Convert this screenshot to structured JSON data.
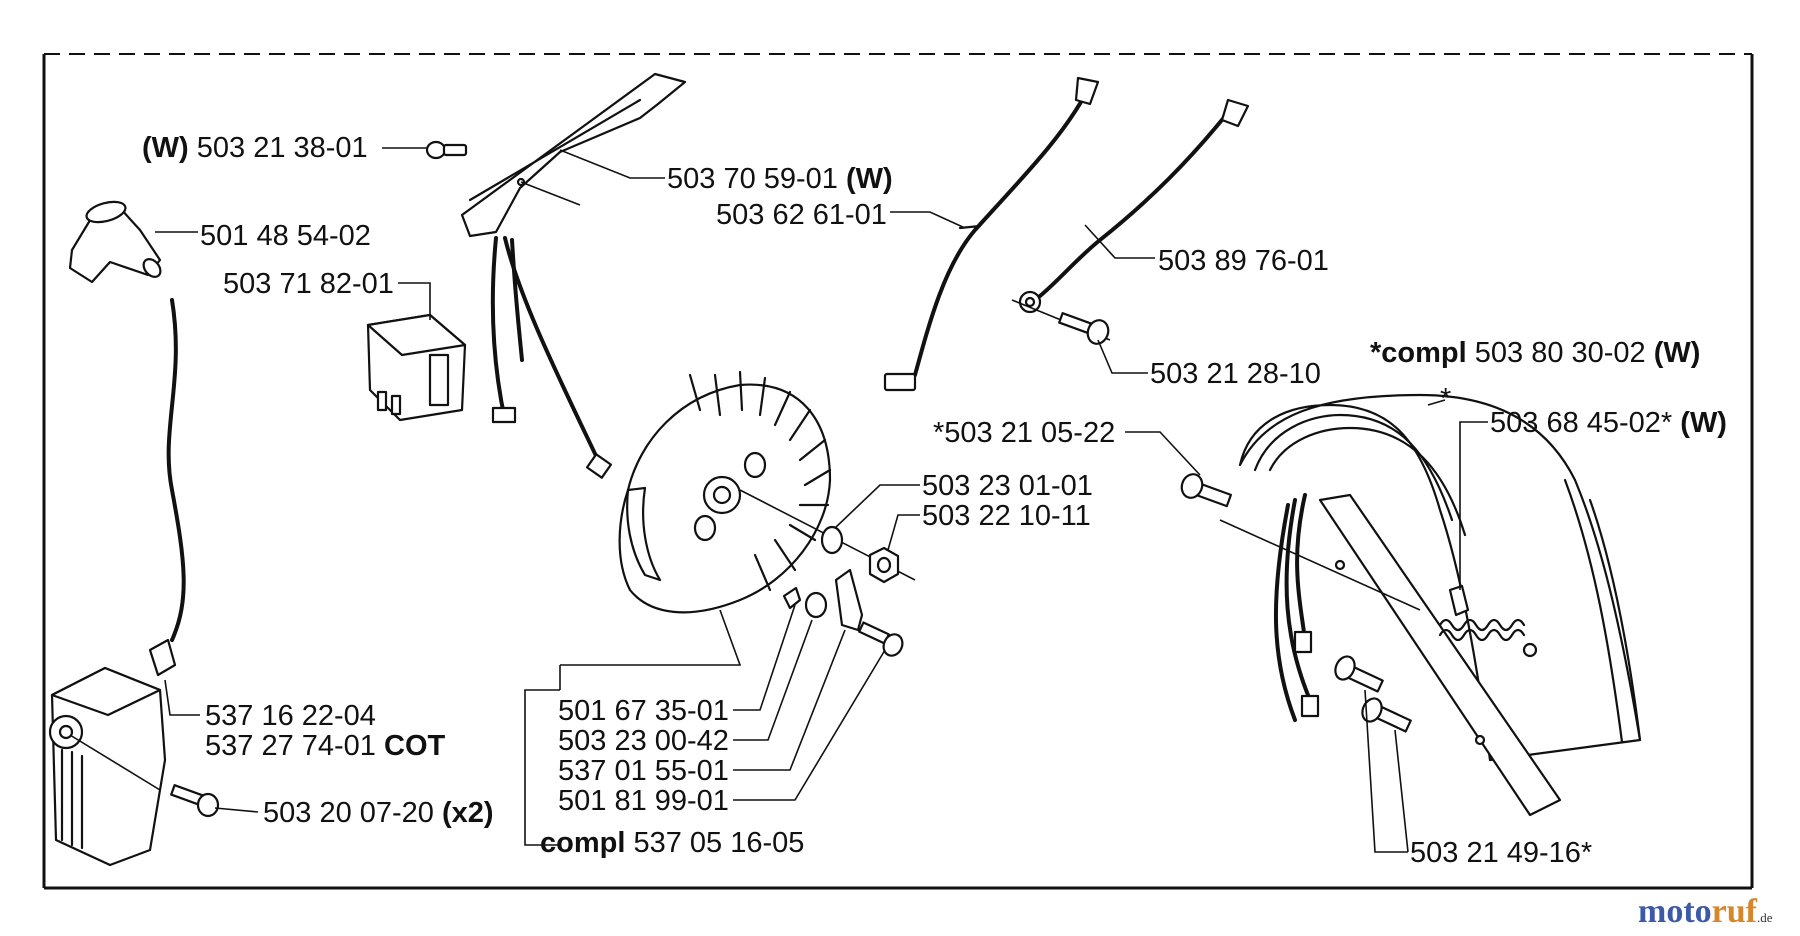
{
  "labels": {
    "l1": {
      "pre": "(W)",
      "num": "503 21 38-01",
      "post": ""
    },
    "l2": {
      "pre": "",
      "num": "503 70 59-01",
      "post": "(W)"
    },
    "l3": {
      "pre": "",
      "num": "501 48 54-02",
      "post": ""
    },
    "l4": {
      "pre": "",
      "num": "503 62 61-01",
      "post": ""
    },
    "l5": {
      "pre": "",
      "num": "503 89 76-01",
      "post": ""
    },
    "l6": {
      "pre": "",
      "num": "503 71 82-01",
      "post": ""
    },
    "l7": {
      "pre": "",
      "num": "503 21 28-10",
      "post": ""
    },
    "l8": {
      "pre": "*compl",
      "num": "503 80 30-02",
      "post": "(W)"
    },
    "l9": {
      "pre": "",
      "num": "*503 21 05-22",
      "post": ""
    },
    "l10": {
      "pre": "",
      "num": "503 68 45-02*",
      "post": "(W)"
    },
    "l11": {
      "pre": "",
      "num": "503 23 01-01",
      "post": ""
    },
    "l12": {
      "pre": "",
      "num": "503 22 10-11",
      "post": ""
    },
    "l13": {
      "pre": "",
      "num": "501 67 35-01",
      "post": ""
    },
    "l14": {
      "pre": "",
      "num": "503 23 00-42",
      "post": ""
    },
    "l15": {
      "pre": "",
      "num": "537 01 55-01",
      "post": ""
    },
    "l16": {
      "pre": "",
      "num": "501 81 99-01",
      "post": ""
    },
    "l17": {
      "pre": "compl",
      "num": "537 05 16-05",
      "post": ""
    },
    "l18": {
      "pre": "",
      "num": "537 16 22-04",
      "post": ""
    },
    "l19": {
      "pre": "",
      "num": "537 27 74-01",
      "post": "COT"
    },
    "l20": {
      "pre": "",
      "num": "503 20 07-20",
      "post": "(x2)"
    },
    "l21": {
      "pre": "",
      "num": "503 21 49-16*",
      "post": ""
    },
    "star": "*"
  },
  "watermark": {
    "part1": "moto",
    "part2": "ruf",
    "tld": ".de"
  }
}
